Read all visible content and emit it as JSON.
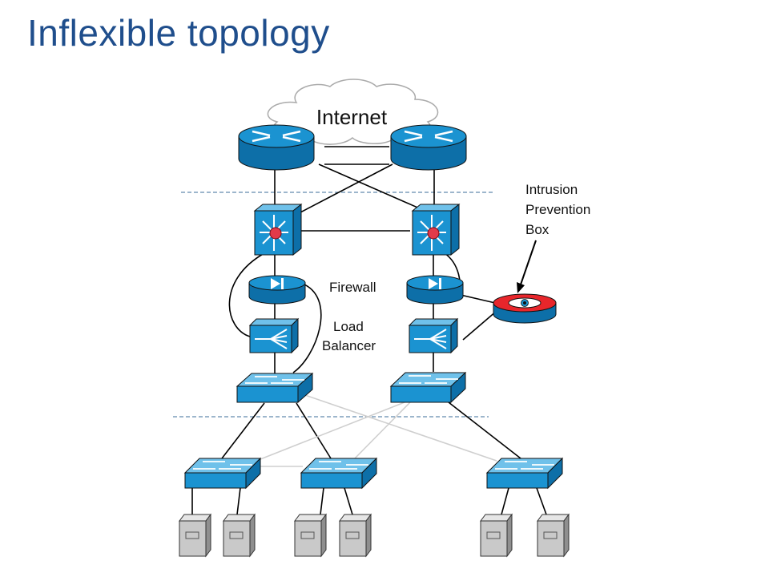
{
  "slide": {
    "title": "Inflexible topology"
  },
  "labels": {
    "internet": "Internet",
    "firewall": "Firewall",
    "load_balancer_line1": "Load",
    "load_balancer_line2": "Balancer",
    "ips_line1": "Intrusion",
    "ips_line2": "Prevention",
    "ips_line3": "Box"
  },
  "colors": {
    "title": "#1f4e8c",
    "device_blue": "#1b93d1",
    "device_dark": "#0d6fa8",
    "ips_red": "#e8262b",
    "server_gray": "#c9c9c9"
  }
}
